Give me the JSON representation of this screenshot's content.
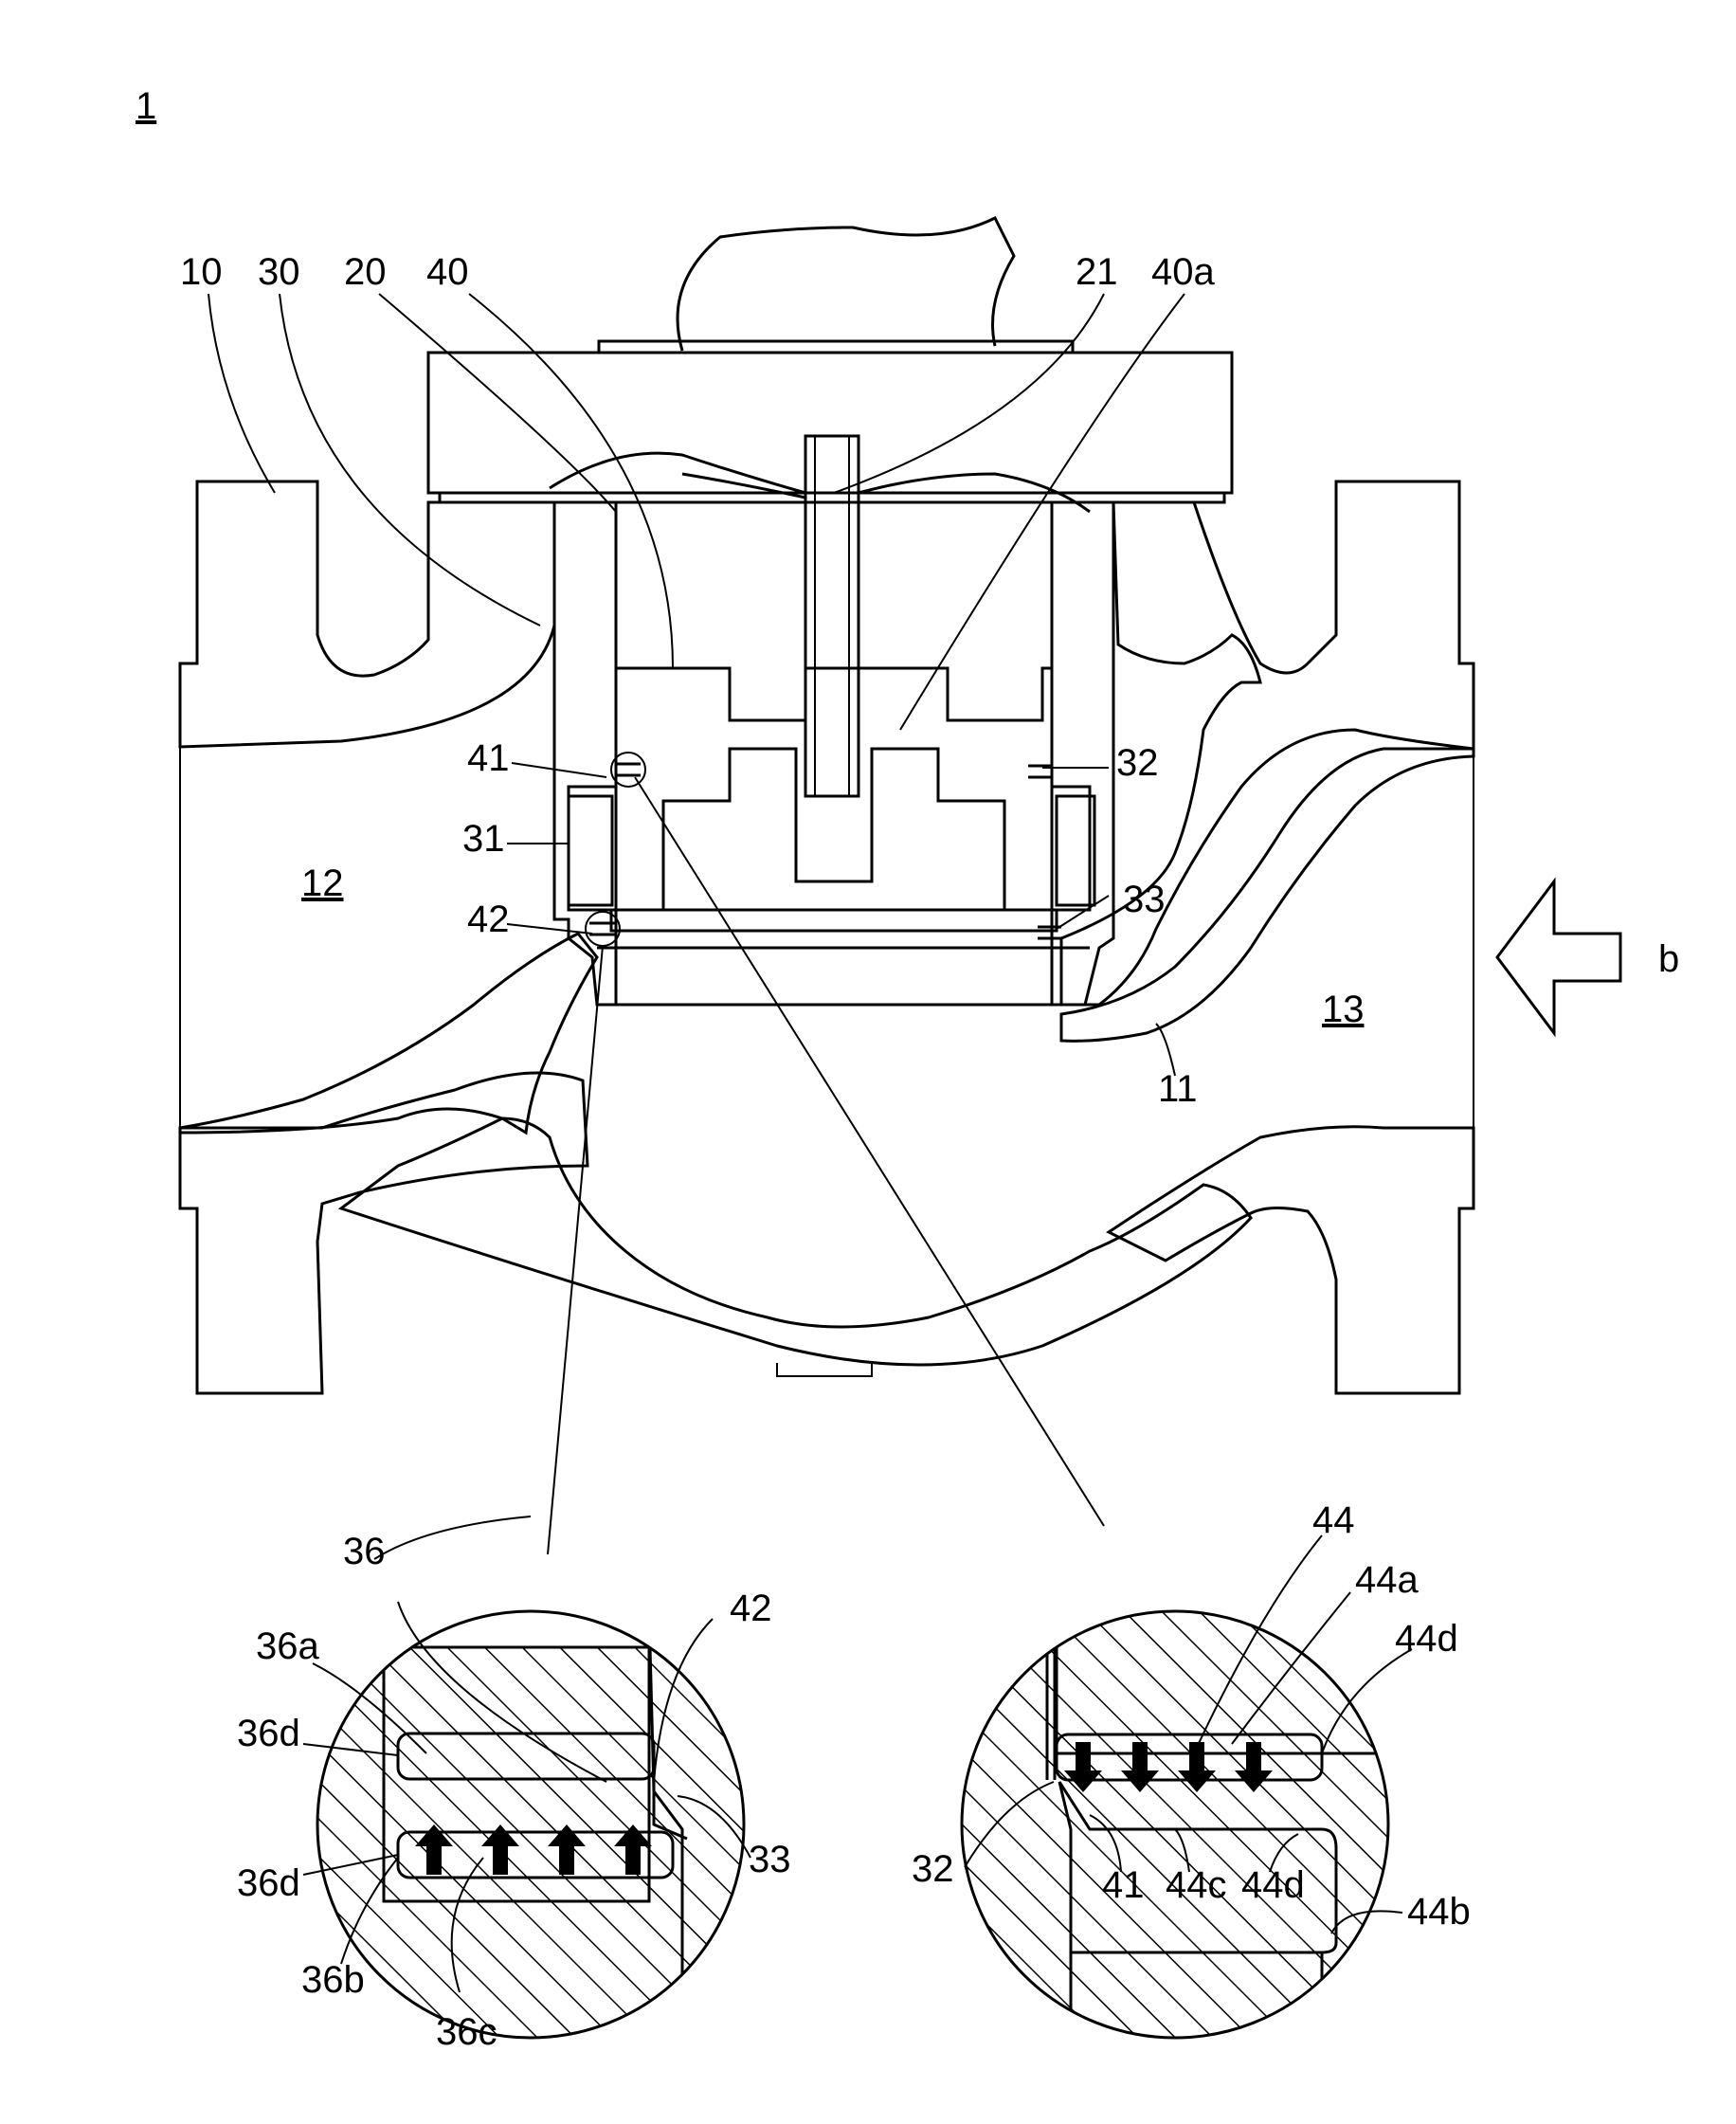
{
  "figure": {
    "number": "1",
    "flow_arrow_label": "b",
    "labels": {
      "body": "10",
      "outlet_port": "11",
      "inlet_chamber": "12",
      "outlet_chamber": "13",
      "bonnet": "20",
      "stem": "21",
      "cage": "30",
      "cage_window": "31",
      "cage_seal_face_upper": "32",
      "cage_seal_face_lower": "33",
      "plug": "40",
      "plug_passage": "40a",
      "upper_ring": "41",
      "lower_ring": "42"
    },
    "detail_left": {
      "groove": "36",
      "face_a": "36a",
      "relief_top": "36d",
      "relief_bottom": "36d",
      "face_b": "36b",
      "face_c": "36c",
      "ring": "42",
      "seat": "33"
    },
    "detail_right": {
      "groove": "44",
      "face_a": "44a",
      "relief_top": "44d",
      "relief_bottom": "44d",
      "face_b": "44b",
      "face_c": "44c",
      "ring": "41",
      "seat": "32"
    }
  }
}
